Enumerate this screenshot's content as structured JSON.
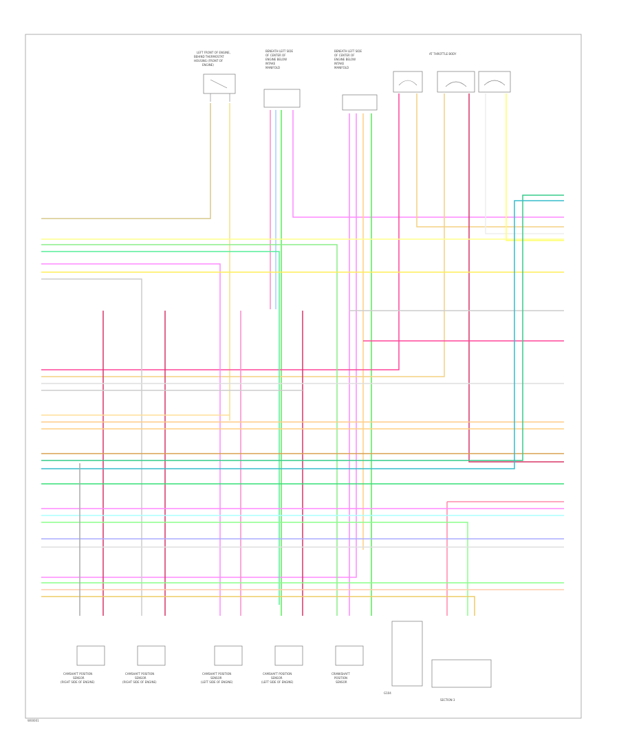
{
  "components_top": [
    {
      "id": "top1",
      "label": [
        "LEFT FRONT OF ENGINE,",
        "BEHIND THERMOSTAT",
        "HOUSING (FRONT OF",
        "ENGINE)"
      ]
    },
    {
      "id": "top2",
      "label": [
        "BENEATH LEFT SIDE",
        "OF CENTER OF",
        "ENGINE BELOW",
        "INTAKE",
        "MANIFOLD"
      ]
    },
    {
      "id": "top3",
      "label": [
        "BENEATH LEFT SIDE",
        "OF CENTER OF",
        "ENGINE BELOW",
        "INTAKE",
        "MANIFOLD"
      ]
    },
    {
      "id": "top4",
      "label": [
        "AT THROTTLE BODY"
      ]
    }
  ],
  "components_bottom": [
    {
      "id": "b1",
      "label": [
        "CAMSHAFT POSITION",
        "SENSOR",
        "(RIGHT SIDE OF ENGINE)"
      ]
    },
    {
      "id": "b2",
      "label": [
        "CAMSHAFT POSITION",
        "SENSOR",
        "(RIGHT SIDE OF ENGINE)"
      ]
    },
    {
      "id": "b3",
      "label": [
        "CAMSHAFT POSITION",
        "SENSOR",
        "(LEFT SIDE OF ENGINE)"
      ]
    },
    {
      "id": "b4",
      "label": [
        "CAMSHAFT POSITION",
        "SENSOR",
        "(LEFT SIDE OF ENGINE)"
      ]
    },
    {
      "id": "b5",
      "label": [
        "CRANKSHAFT",
        "POSITION",
        "SENSOR"
      ]
    },
    {
      "id": "b6",
      "label": [
        "G104"
      ]
    },
    {
      "id": "b7",
      "label": [
        "SECTION 3"
      ]
    }
  ],
  "footer_code": "W00001"
}
